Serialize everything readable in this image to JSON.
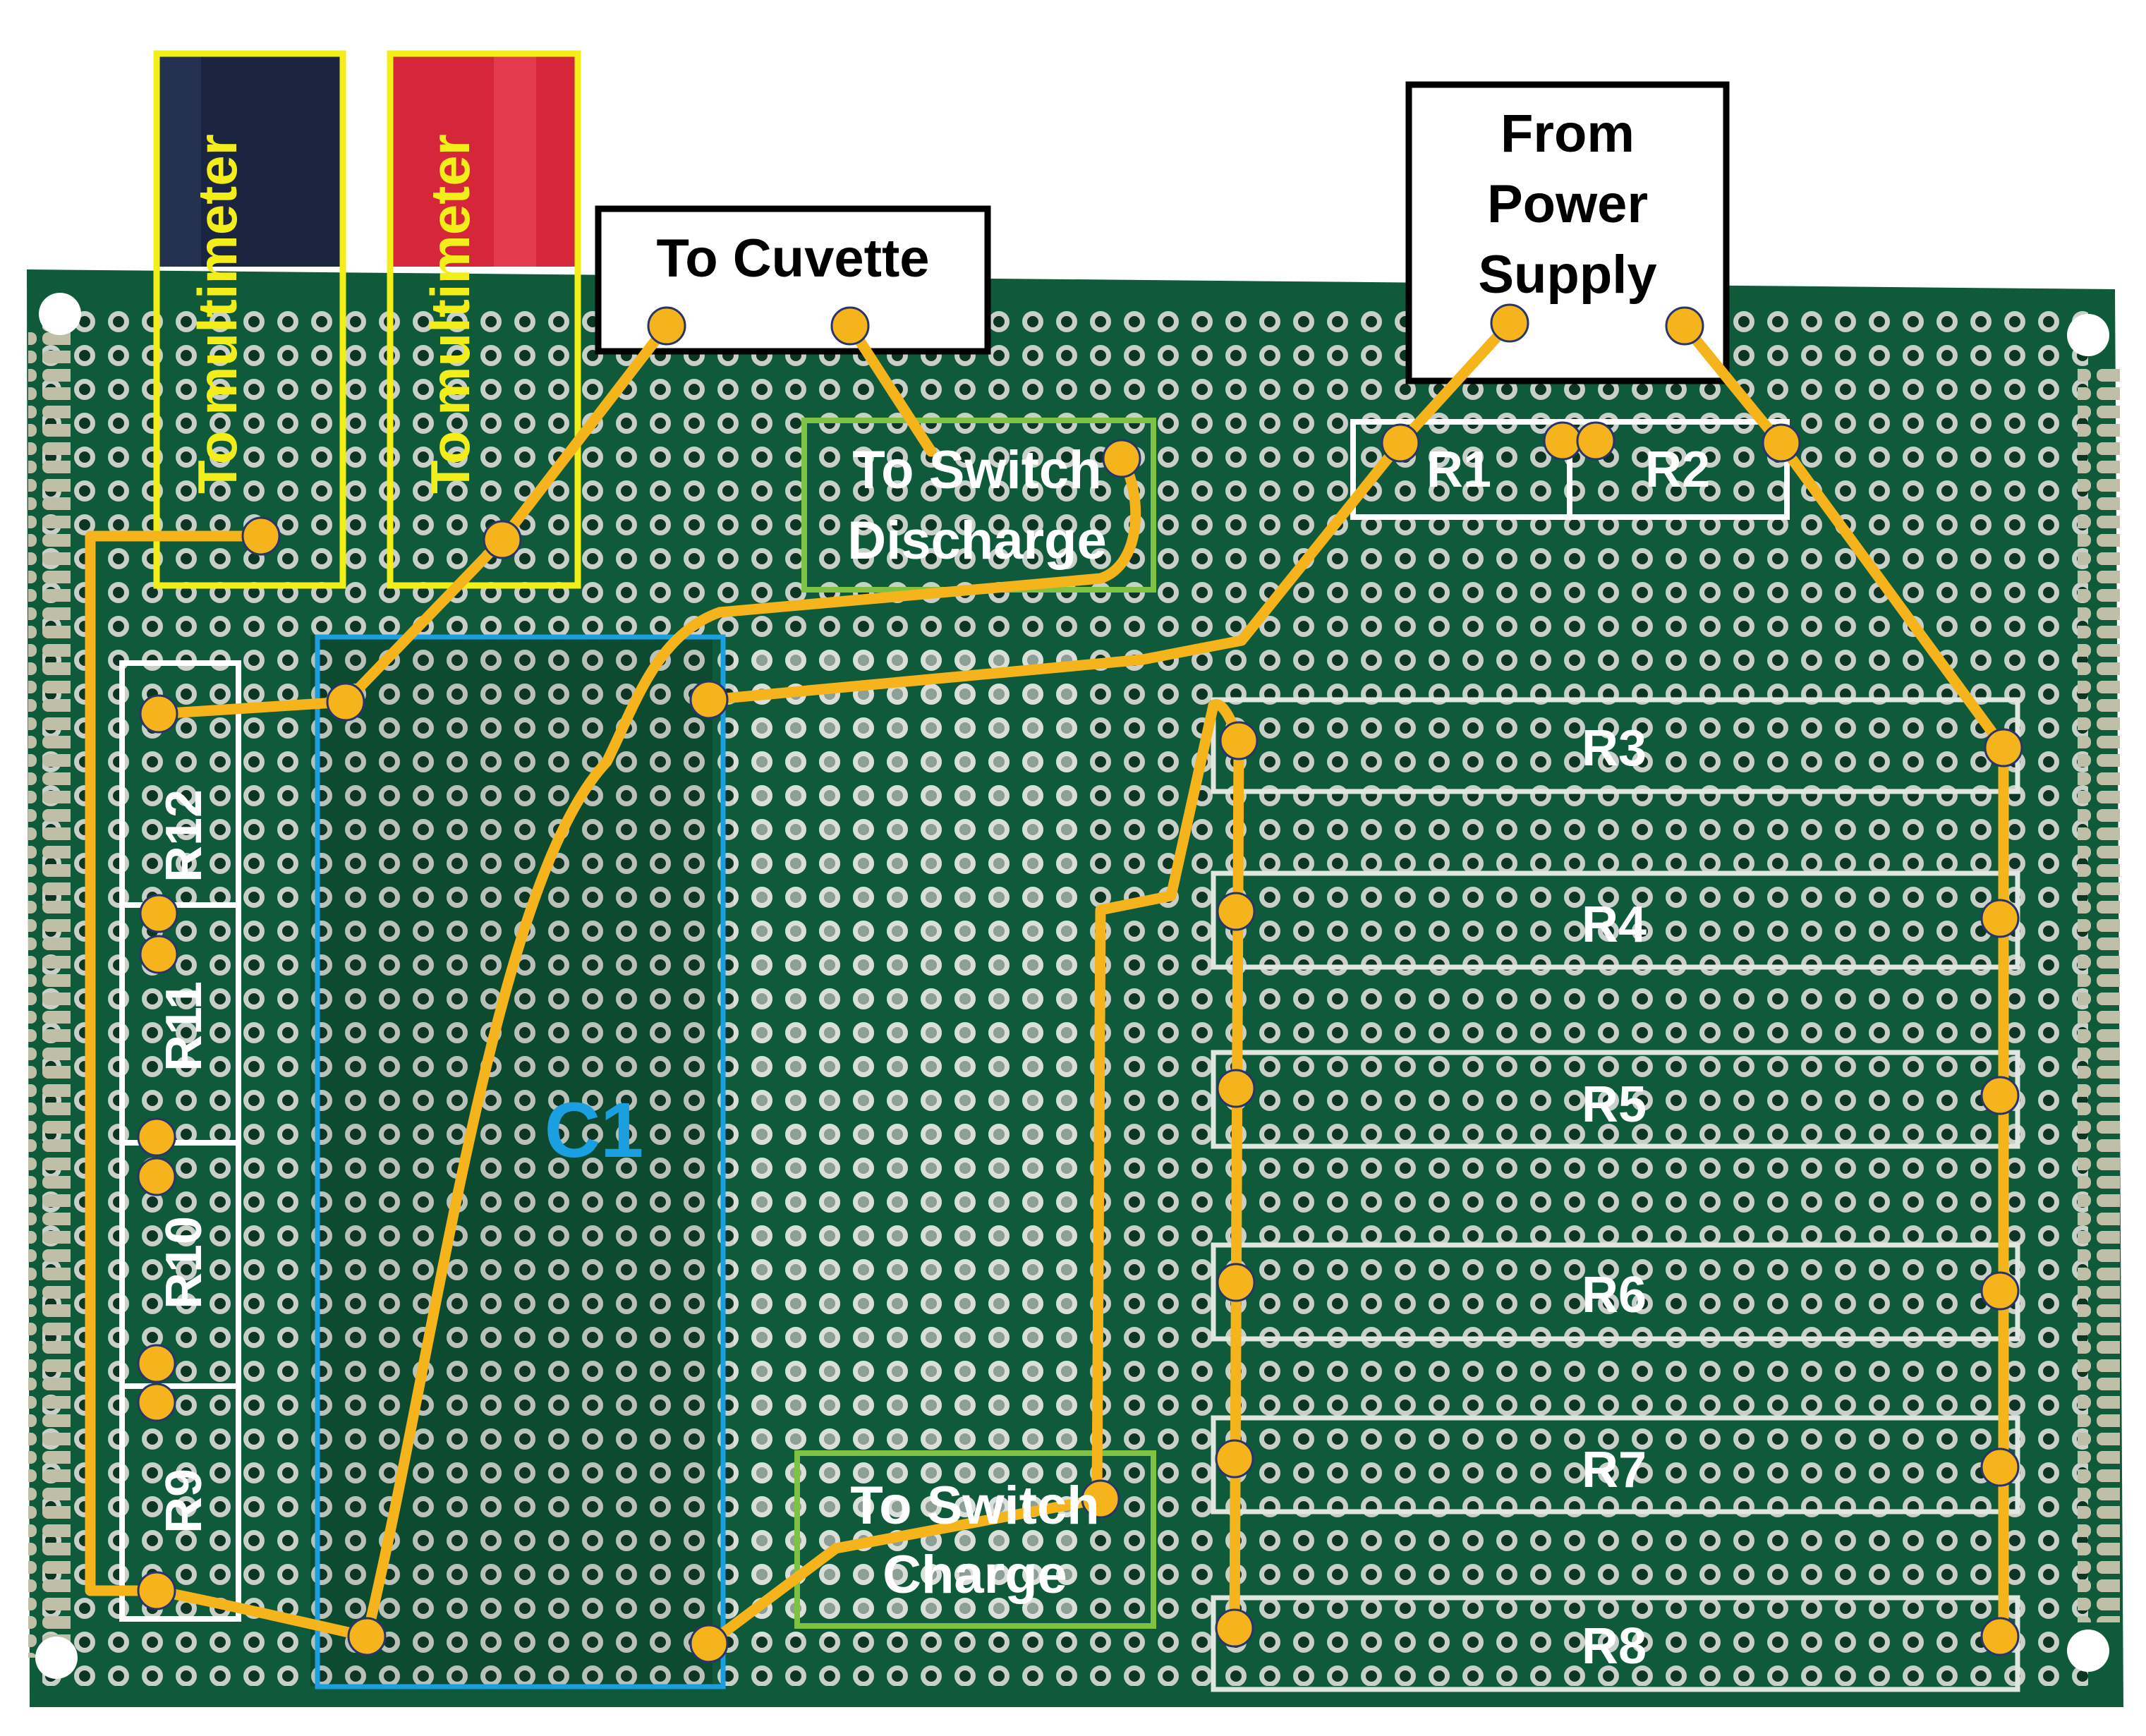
{
  "labels": {
    "to_multimeter_black": "To multimeter",
    "to_multimeter_red": "To multimeter",
    "to_cuvette": "To Cuvette",
    "from_power_supply": [
      "From",
      "Power",
      "Supply"
    ],
    "to_switch_discharge": [
      "To Switch",
      "Discharge"
    ],
    "to_switch_charge": [
      "To Switch",
      "Charge"
    ],
    "capacitor": "C1",
    "r1": "R1",
    "r2": "R2",
    "r3": "R3",
    "r4": "R4",
    "r5": "R5",
    "r6": "R6",
    "r7": "R7",
    "r8": "R8",
    "r9": "R9",
    "r10": "R10",
    "r11": "R11",
    "r12": "R12"
  },
  "colors": {
    "board": "#0f5a3a",
    "board_dark": "#0a3a26",
    "pad_ring": "#d9d9d9",
    "wire": "#f5b31c",
    "multimeter_box": "#f2ee1a",
    "capacitor_box": "#1a9fe0",
    "switch_box": "#7dc242",
    "resistor_box": "#e6e6e6",
    "black_lead": "#1b2540",
    "red_lead": "#d6263a",
    "capacitor_text": "#1a9fe0"
  }
}
